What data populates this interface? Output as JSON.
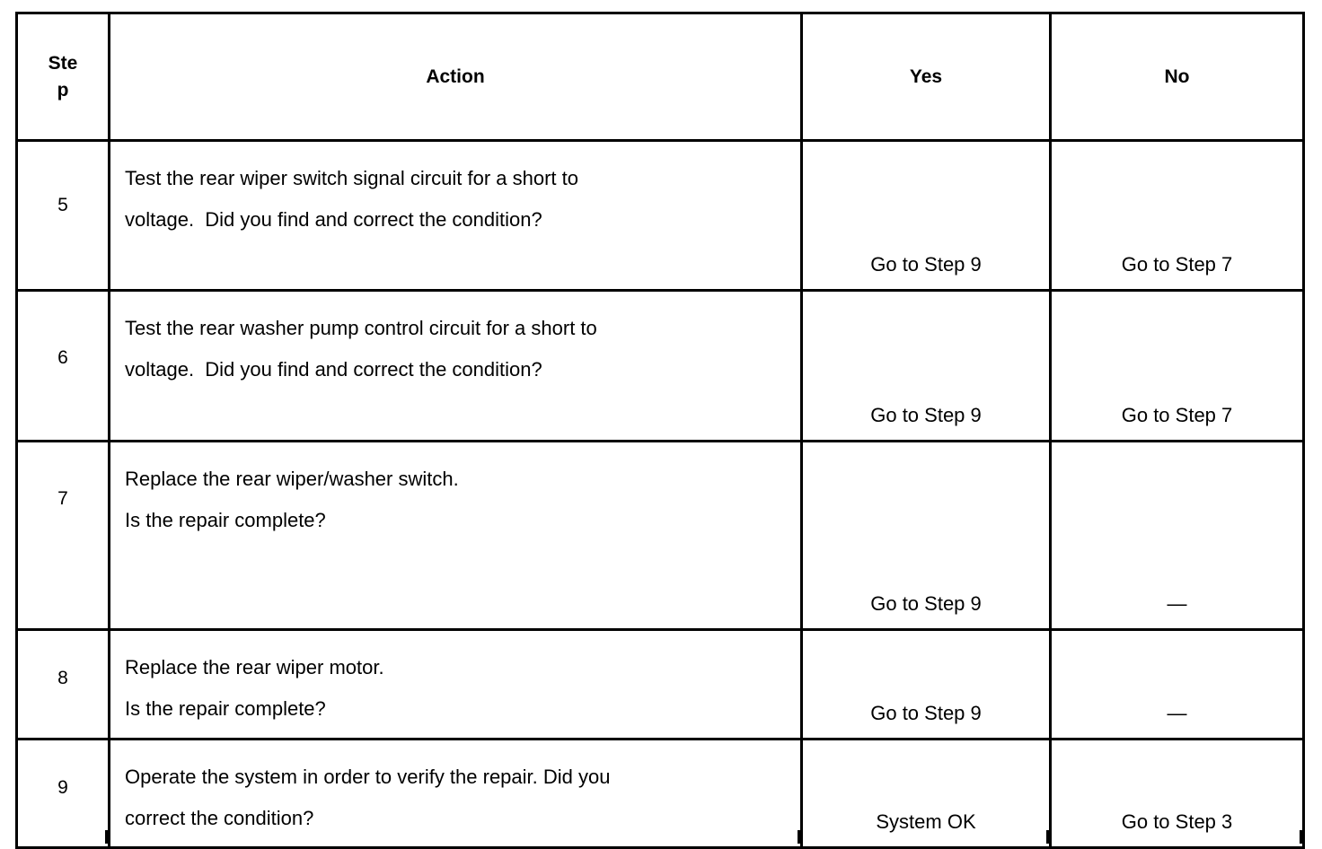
{
  "table": {
    "columns": [
      {
        "key": "step",
        "label": "Step"
      },
      {
        "key": "action",
        "label": "Action"
      },
      {
        "key": "yes",
        "label": "Yes"
      },
      {
        "key": "no",
        "label": "No"
      }
    ],
    "rows": [
      {
        "step": "5",
        "action_line1": "Test the rear wiper switch signal circuit for a short to",
        "action_line2": "voltage.  Did you find and correct the condition?",
        "yes": "Go to Step 9",
        "no": "Go to Step 7"
      },
      {
        "step": "6",
        "action_line1": "Test the rear washer pump control circuit for a short to",
        "action_line2": "voltage.  Did you find and correct the condition?",
        "yes": "Go to Step 9",
        "no": "Go to Step 7"
      },
      {
        "step": "7",
        "action_line1": "Replace the rear wiper/washer switch.",
        "action_line2": "Is the repair complete?",
        "yes": "Go to Step 9",
        "no": "—"
      },
      {
        "step": "8",
        "action_line1": "Replace the rear wiper motor.",
        "action_line2": "Is the repair complete?",
        "yes": "Go to Step 9",
        "no": "—"
      },
      {
        "step": "9",
        "action_line1": "Operate the system in order to verify the repair. Did you",
        "action_line2": "correct the condition?",
        "yes": "System OK",
        "no": "Go to Step 3"
      }
    ]
  },
  "colors": {
    "border": "#000000",
    "background": "#ffffff",
    "text": "#000000"
  }
}
